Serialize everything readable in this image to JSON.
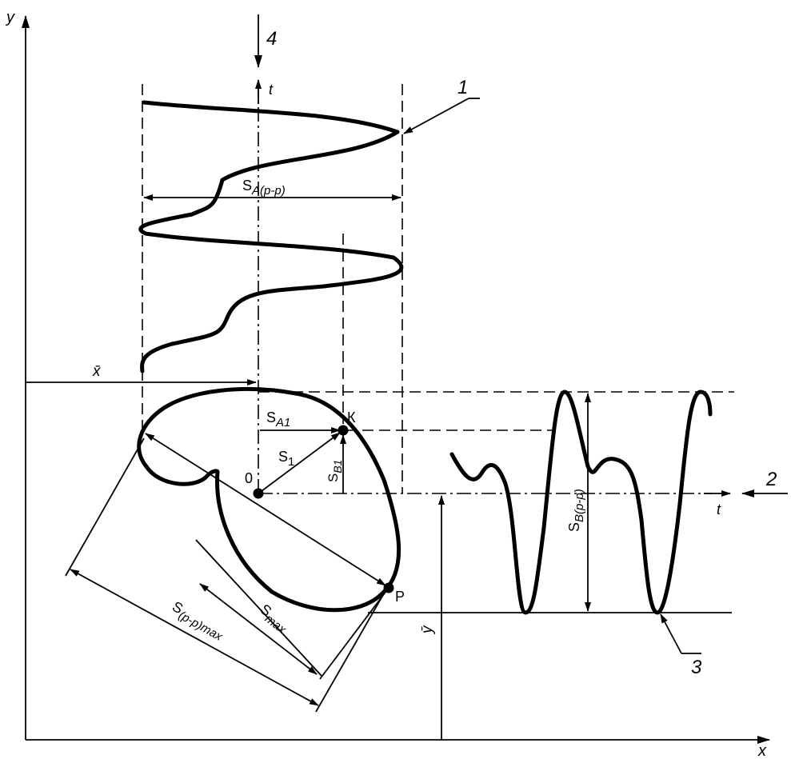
{
  "axes": {
    "y_label": "y",
    "x_label": "x",
    "t_vertical_label": "t",
    "t_horizontal_label": "t"
  },
  "callouts": {
    "c1": "1",
    "c2": "2",
    "c3": "3",
    "c4": "4"
  },
  "points": {
    "origin": "0",
    "k": "К",
    "p": "Р"
  },
  "labels": {
    "x_bar": "x̄",
    "y_bar": "ȳ",
    "s_a_pp_main": "S",
    "s_a_pp_sub": "A(p-p)",
    "s_a1_main": "S",
    "s_a1_sub": "A1",
    "s_1_main": "S",
    "s_1_sub": "1",
    "s_b1_main": "S",
    "s_b1_sub": "B1",
    "s_b_pp_main": "S",
    "s_b_pp_sub": "B(p-p)",
    "s_max_main": "S",
    "s_max_sub": "max",
    "s_pp_max_main": "S",
    "s_pp_max_sub": "(p-p)max"
  }
}
